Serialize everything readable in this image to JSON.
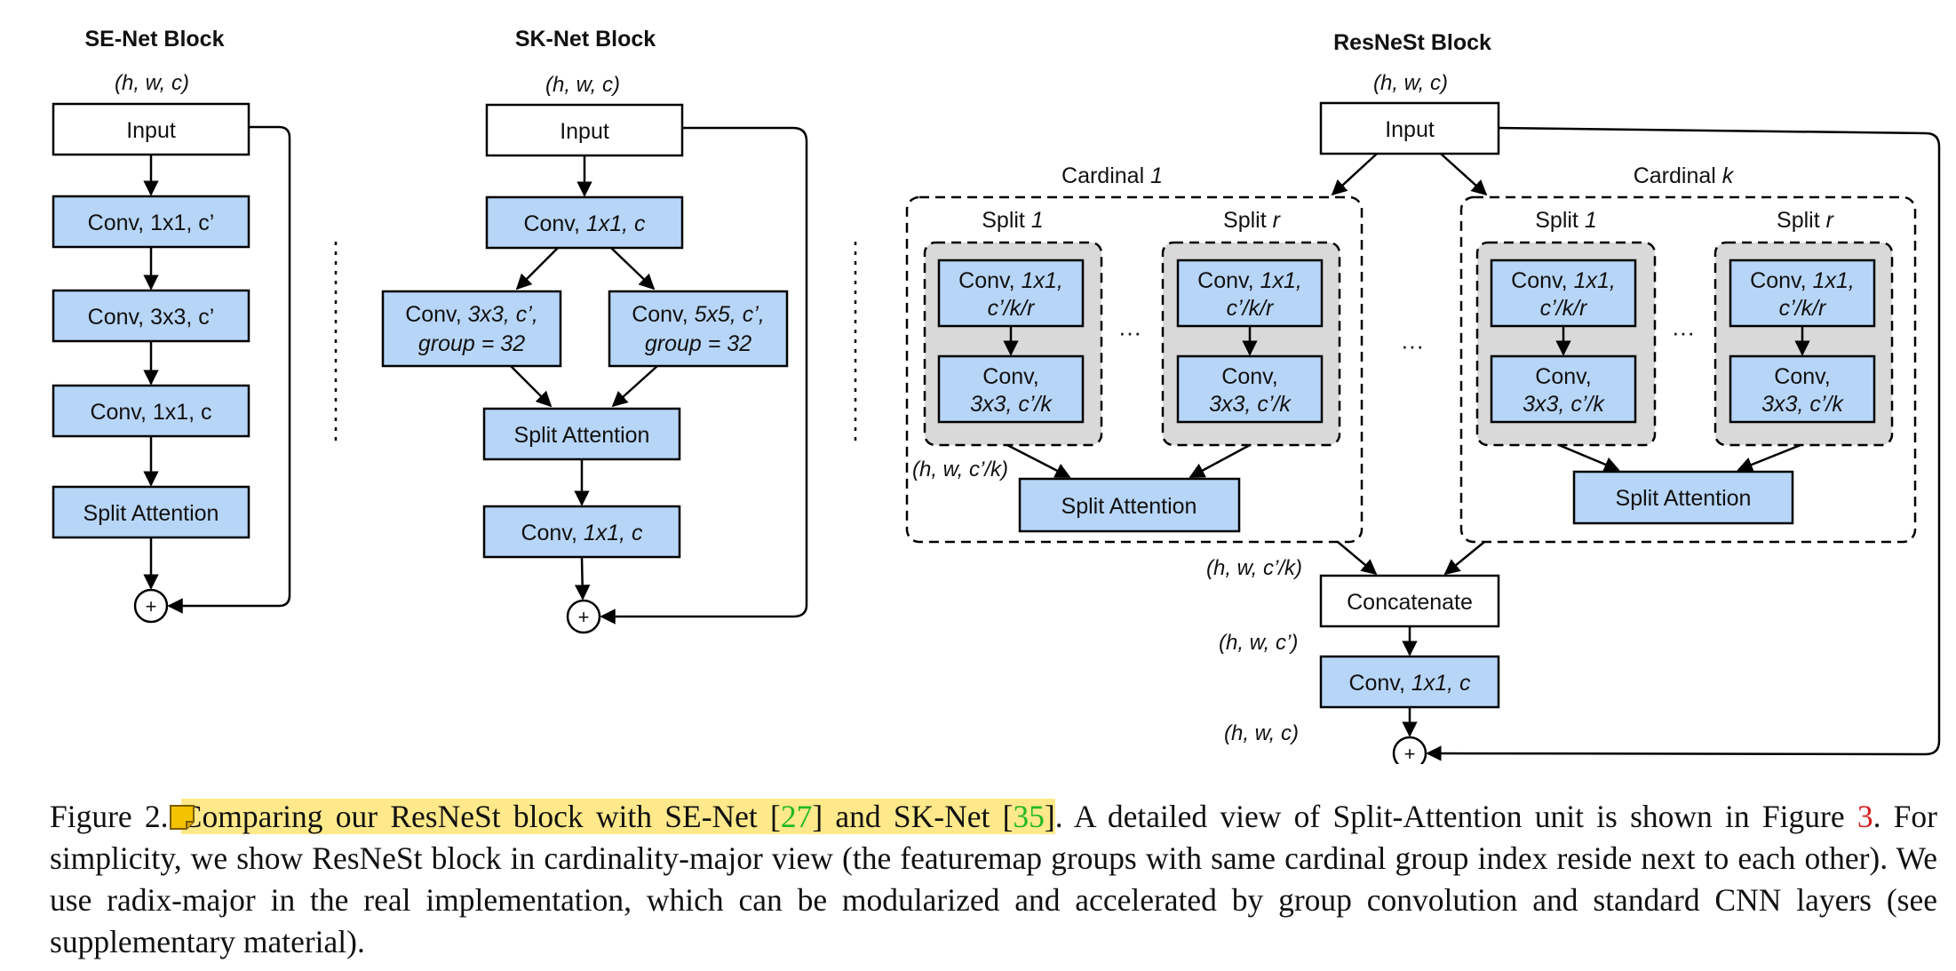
{
  "colors": {
    "box_fill": "#b7d5f7",
    "split_fill": "#d9d9d9",
    "highlight": "#ffe98a",
    "ref_green": "#22b822",
    "ref_red": "#d42020"
  },
  "se_net": {
    "title": "SE-Net Block",
    "shape": "(h, w, c)",
    "input": "Input",
    "conv1": "Conv, 1x1, c’",
    "conv2": "Conv, 3x3, c’",
    "conv3": "Conv, 1x1, c",
    "attention": "Split Attention",
    "sum": "+"
  },
  "sk_net": {
    "title": "SK-Net Block",
    "shape": "(h, w, c)",
    "input": "Input",
    "conv1_a": "Conv, ",
    "conv1_b": "1x1, c",
    "branch_left_a": "Conv, ",
    "branch_left_b": "3x3, c’,",
    "branch_left_c": "group = 32",
    "branch_right_a": "Conv, ",
    "branch_right_b": "5x5, c’,",
    "branch_right_c": "group = 32",
    "attention": "Split Attention",
    "conv2_a": "Conv, ",
    "conv2_b": "1x1, c",
    "sum": "+"
  },
  "resnest": {
    "title": "ResNeSt Block",
    "shape_in": "(h, w, c)",
    "input": "Input",
    "cardinal_1_a": "Cardinal ",
    "cardinal_1_b": "1",
    "cardinal_k_a": "Cardinal ",
    "cardinal_k_b": "k",
    "split_1_a": "Split ",
    "split_1_b": "1",
    "split_r_a": "Split ",
    "split_r_b": "r",
    "conv_top_a": "Conv, ",
    "conv_top_b": "1x1,",
    "conv_top_c": "c’/k/r",
    "conv_bot_a": "Conv,",
    "conv_bot_b": "3x3, c’/k",
    "dots": "···",
    "shape_split": "(h, w, c’/k)",
    "attention": "Split Attention",
    "shape_cardinal": "(h, w, c’/k)",
    "concat": "Concatenate",
    "shape_concat": "(h, w, c’)",
    "conv_final_a": "Conv, ",
    "conv_final_b": "1x1, c",
    "shape_out": "(h, w, c)",
    "sum": "+"
  },
  "caption": {
    "prefix": "Figure 2. ",
    "highlighted_a": "Comparing our ResNeSt block with SE-Net [",
    "ref_se": "27",
    "highlighted_b": "] and SK-Net [",
    "ref_sk": "35",
    "highlighted_c": "]",
    "after_hl": ". A detailed view of Split-Attention unit is shown in Figure ",
    "ref_fig": "3",
    "rest": ". For simplicity, we show ResNeSt block in cardinality-major view (the featuremap groups with same cardinal group index reside next to each other). We use radix-major in the real implementation, which can be modularized and accelerated by group convolution and standard CNN layers (see supplementary material)."
  }
}
